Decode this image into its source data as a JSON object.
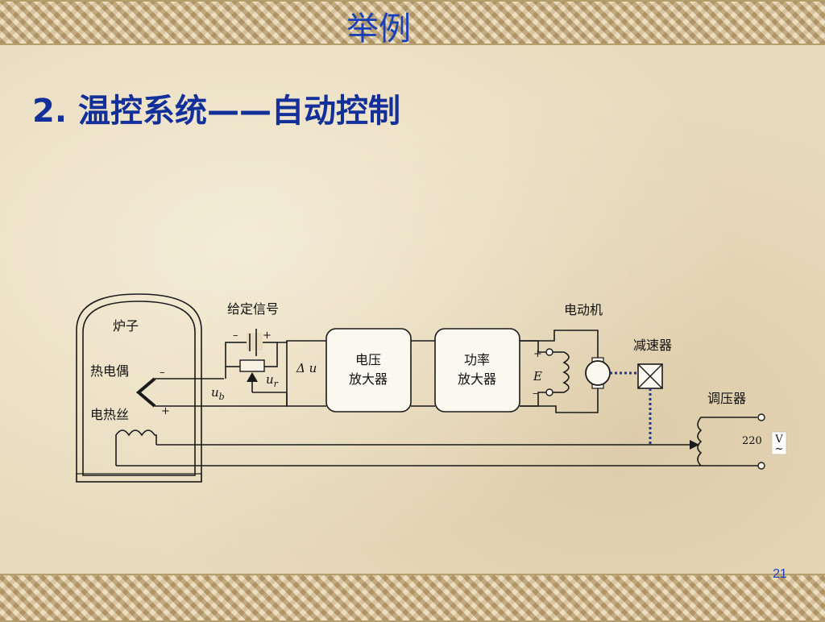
{
  "slide": {
    "title": "举例",
    "subtitle": "2. 温控系统——自动控制",
    "page_number": "21"
  },
  "diagram": {
    "furnace": "炉子",
    "thermocouple": "热电偶",
    "thermocouple_minus": "–",
    "heater_wire": "电热丝",
    "heater_plus": "+",
    "reference_signal": "给定信号",
    "ref_minus": "–",
    "ref_plus": "+",
    "u_b": "u",
    "u_b_sub": "b",
    "u_r": "u",
    "u_r_sub": "r",
    "delta_u": "Δ u",
    "voltage_amp_line1": "电压",
    "voltage_amp_line2": "放大器",
    "power_amp_line1": "功率",
    "power_amp_line2": "放大器",
    "motor": "电动机",
    "E": "E",
    "E_plus": "+",
    "E_minus": "–",
    "reducer": "减速器",
    "regulator": "调压器",
    "supply_voltage": "220",
    "supply_unit": "V",
    "supply_ac": "~"
  },
  "colors": {
    "title_blue": "#1a40b8",
    "subtitle_blue": "#132f9a",
    "diagram_line": "#1a1a1a"
  }
}
